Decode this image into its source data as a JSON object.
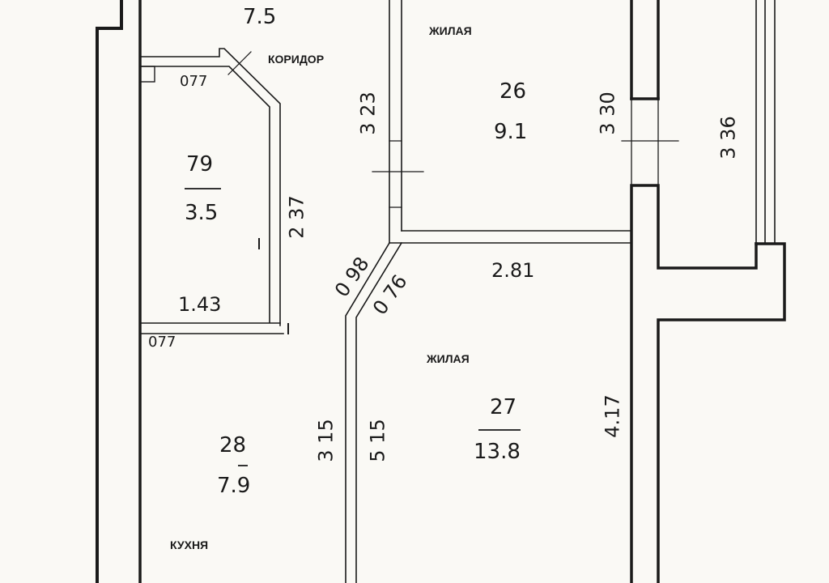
{
  "colors": {
    "background": "#faf9f5",
    "wall": "#1a1a1a",
    "line": "#222222"
  },
  "rooms": [
    {
      "id": "corridor",
      "name": "КОРИДОР",
      "number": "",
      "area": "7.5"
    },
    {
      "id": "living_top",
      "name": "ЖИЛАЯ",
      "number": "26",
      "area": "9.1"
    },
    {
      "id": "storage",
      "name": "",
      "number": "79",
      "area": "3.5"
    },
    {
      "id": "living_bottom",
      "name": "ЖИЛАЯ",
      "number": "27",
      "area": "13.8"
    },
    {
      "id": "kitchen",
      "name": "КУХНЯ",
      "number": "28",
      "area": "7.9"
    }
  ],
  "dimensions": {
    "corridor_door_top": "077",
    "storage_door_bottom": "077",
    "living_top_left": "3 23",
    "living_top_right": "3 30",
    "balcony": "3 36",
    "storage_height": "2 37",
    "storage_width": "1.43",
    "diag_outer": "0 98",
    "diag_inner": "0 76",
    "living_bottom_width": "2.81",
    "living_bottom_right": "4.17",
    "kitchen_right": "3 15",
    "living_bottom_left": "5 15"
  }
}
